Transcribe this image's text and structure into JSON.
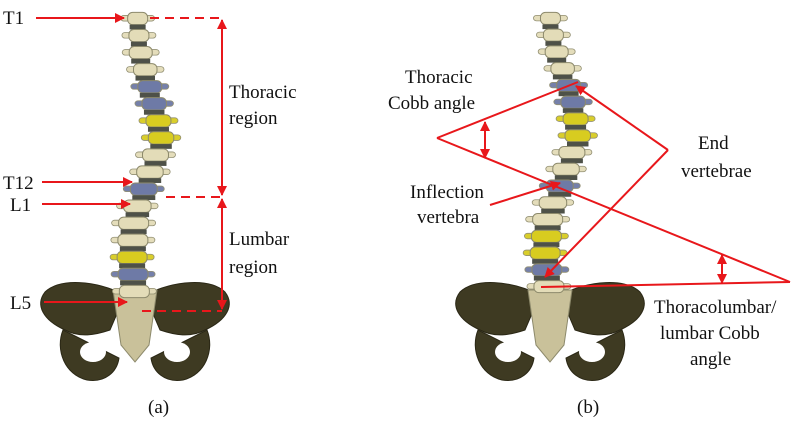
{
  "colors": {
    "annotation": "#e8171b",
    "bone": "#e3dcb8",
    "bone_shadow": "#8d8a6c",
    "disc": "#4e5148",
    "end_vertebra": "#6e7aa6",
    "apex_vertebra": "#d8cc20",
    "pelvis": "#3e3a22",
    "text": "#111111"
  },
  "panel_a": {
    "caption": "(a)",
    "labels": {
      "t1": "T1",
      "t12": "T12",
      "l1": "L1",
      "l5": "L5",
      "thoracic_line1": "Thoracic",
      "thoracic_line2": "region",
      "lumbar_line1": "Lumbar",
      "lumbar_line2": "region"
    }
  },
  "panel_b": {
    "caption": "(b)",
    "labels": {
      "thoracic_cobb_line1": "Thoracic",
      "thoracic_cobb_line2": "Cobb angle",
      "end_vertebrae_line1": "End",
      "end_vertebrae_line2": "vertebrae",
      "inflection_line1": "Inflection",
      "inflection_line2": "vertebra",
      "tl_cobb_line1": "Thoracolumbar/",
      "tl_cobb_line2": "lumbar Cobb",
      "tl_cobb_line3": "angle"
    }
  }
}
